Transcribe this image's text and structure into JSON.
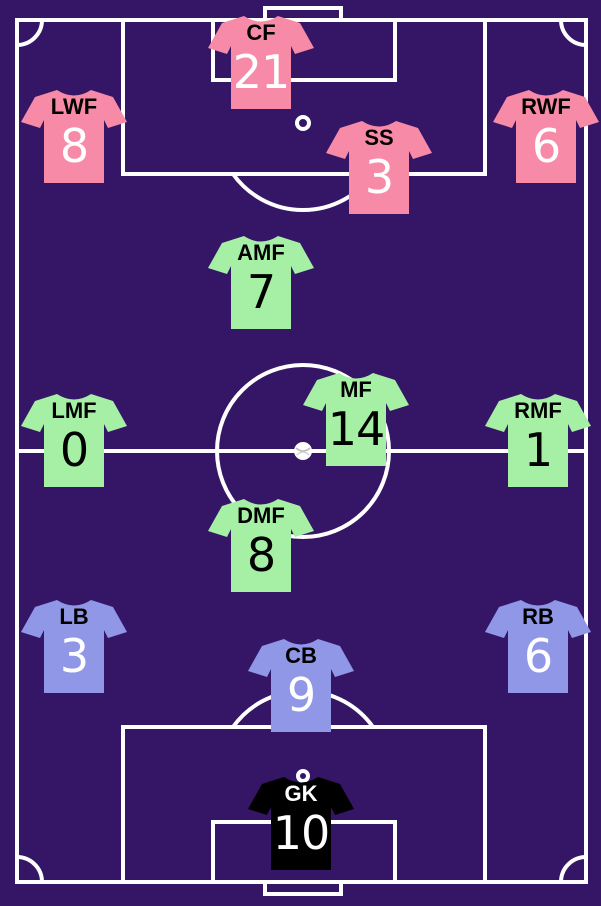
{
  "colors": {
    "pitch": "#351566",
    "lines": "#ffffff",
    "attack": "#f78ba7",
    "midfield": "#a6f0a6",
    "defense": "#8f97e6",
    "keeper": "#000000"
  },
  "players": [
    {
      "position": "CF",
      "number": "21",
      "line": "attack"
    },
    {
      "position": "LWF",
      "number": "8",
      "line": "attack"
    },
    {
      "position": "RWF",
      "number": "6",
      "line": "attack"
    },
    {
      "position": "SS",
      "number": "3",
      "line": "attack"
    },
    {
      "position": "AMF",
      "number": "7",
      "line": "midfield"
    },
    {
      "position": "MF",
      "number": "14",
      "line": "midfield"
    },
    {
      "position": "LMF",
      "number": "0",
      "line": "midfield"
    },
    {
      "position": "RMF",
      "number": "1",
      "line": "midfield"
    },
    {
      "position": "DMF",
      "number": "8",
      "line": "midfield"
    },
    {
      "position": "LB",
      "number": "3",
      "line": "defense"
    },
    {
      "position": "RB",
      "number": "6",
      "line": "defense"
    },
    {
      "position": "CB",
      "number": "9",
      "line": "defense"
    },
    {
      "position": "GK",
      "number": "10",
      "line": "keeper"
    }
  ]
}
